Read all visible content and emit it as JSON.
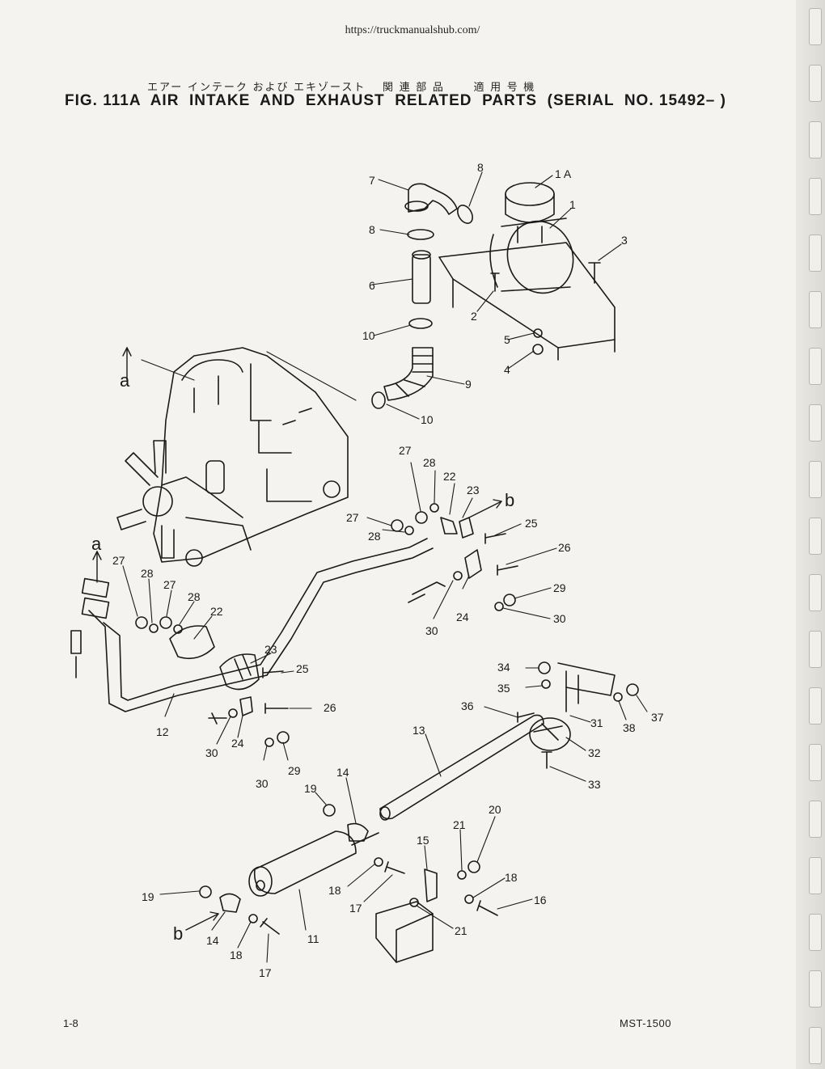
{
  "header": {
    "url": "https://truckmanualshub.com/",
    "title_jp": "エアー インテーク および エキゾースト　 関 連 部 品　　 適 用 号 機",
    "title": "FIG. 111A  AIR  INTAKE  AND  EXHAUST  RELATED  PARTS  (SERIAL  NO. 15492– )"
  },
  "callouts": [
    {
      "id": "c-7",
      "label": "7"
    },
    {
      "id": "c-8a",
      "label": "8"
    },
    {
      "id": "c-1a",
      "label": "1 A"
    },
    {
      "id": "c-1",
      "label": "1"
    },
    {
      "id": "c-3",
      "label": "3"
    },
    {
      "id": "c-8b",
      "label": "8"
    },
    {
      "id": "c-6",
      "label": "6"
    },
    {
      "id": "c-2",
      "label": "2"
    },
    {
      "id": "c-10a",
      "label": "10"
    },
    {
      "id": "c-5",
      "label": "5"
    },
    {
      "id": "c-4",
      "label": "4"
    },
    {
      "id": "c-9",
      "label": "9"
    },
    {
      "id": "c-10b",
      "label": "10"
    },
    {
      "id": "c-27a",
      "label": "27"
    },
    {
      "id": "c-28a",
      "label": "28"
    },
    {
      "id": "c-22a",
      "label": "22"
    },
    {
      "id": "c-23a",
      "label": "23"
    },
    {
      "id": "c-27b",
      "label": "27"
    },
    {
      "id": "c-28b",
      "label": "28"
    },
    {
      "id": "c-25a",
      "label": "25"
    },
    {
      "id": "c-26a",
      "label": "26"
    },
    {
      "id": "c-29a",
      "label": "29"
    },
    {
      "id": "c-30a",
      "label": "30"
    },
    {
      "id": "c-24a",
      "label": "24"
    },
    {
      "id": "c-30b",
      "label": "30"
    },
    {
      "id": "c-27c",
      "label": "27"
    },
    {
      "id": "c-28c",
      "label": "28"
    },
    {
      "id": "c-27d",
      "label": "27"
    },
    {
      "id": "c-28d",
      "label": "28"
    },
    {
      "id": "c-22b",
      "label": "22"
    },
    {
      "id": "c-23b",
      "label": "23"
    },
    {
      "id": "c-25b",
      "label": "25"
    },
    {
      "id": "c-26b",
      "label": "26"
    },
    {
      "id": "c-12",
      "label": "12"
    },
    {
      "id": "c-30c",
      "label": "30"
    },
    {
      "id": "c-24b",
      "label": "24"
    },
    {
      "id": "c-30d",
      "label": "30"
    },
    {
      "id": "c-29b",
      "label": "29"
    },
    {
      "id": "c-34",
      "label": "34"
    },
    {
      "id": "c-35",
      "label": "35"
    },
    {
      "id": "c-36",
      "label": "36"
    },
    {
      "id": "c-31",
      "label": "31"
    },
    {
      "id": "c-38",
      "label": "38"
    },
    {
      "id": "c-37",
      "label": "37"
    },
    {
      "id": "c-13",
      "label": "13"
    },
    {
      "id": "c-32",
      "label": "32"
    },
    {
      "id": "c-33",
      "label": "33"
    },
    {
      "id": "c-19a",
      "label": "19"
    },
    {
      "id": "c-14a",
      "label": "14"
    },
    {
      "id": "c-15",
      "label": "15"
    },
    {
      "id": "c-21a",
      "label": "21"
    },
    {
      "id": "c-20",
      "label": "20"
    },
    {
      "id": "c-18a",
      "label": "18"
    },
    {
      "id": "c-16",
      "label": "16"
    },
    {
      "id": "c-18b",
      "label": "18"
    },
    {
      "id": "c-17a",
      "label": "17"
    },
    {
      "id": "c-21b",
      "label": "21"
    },
    {
      "id": "c-19b",
      "label": "19"
    },
    {
      "id": "c-11",
      "label": "11"
    },
    {
      "id": "c-14b",
      "label": "14"
    },
    {
      "id": "c-18c",
      "label": "18"
    },
    {
      "id": "c-17b",
      "label": "17"
    }
  ],
  "markers": {
    "a_top": "a",
    "a_left": "a",
    "b_right": "b",
    "b_left": "b"
  },
  "footer": {
    "page": "1-8",
    "model": "MST-1500"
  }
}
